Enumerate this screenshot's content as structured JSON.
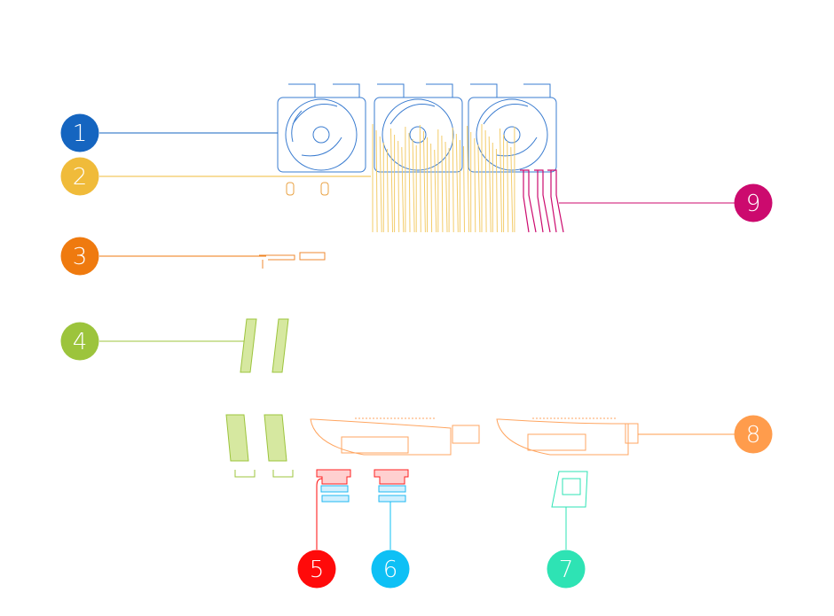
{
  "callouts": [
    {
      "label": "1",
      "color": "#1565c0"
    },
    {
      "label": "2",
      "color": "#f0bb3a"
    },
    {
      "label": "3",
      "color": "#ef7a0f"
    },
    {
      "label": "4",
      "color": "#9cc43c"
    },
    {
      "label": "5",
      "color": "#ff0a0a"
    },
    {
      "label": "6",
      "color": "#0ec0f5"
    },
    {
      "label": "7",
      "color": "#2ee3b4"
    },
    {
      "label": "8",
      "color": "#ff9c4c"
    },
    {
      "label": "9",
      "color": "#cc0a6e"
    }
  ],
  "parts": {
    "fans": "fan-icon",
    "heatsink": "heatsink-fins-icon",
    "cables": "cable-icon",
    "bracket": "bracket-icon",
    "memory": "memory-module-icon",
    "shroud": "shroud-icon",
    "connector_a": "connector-icon",
    "connector_b": "connector-icon",
    "board": "board-icon"
  }
}
